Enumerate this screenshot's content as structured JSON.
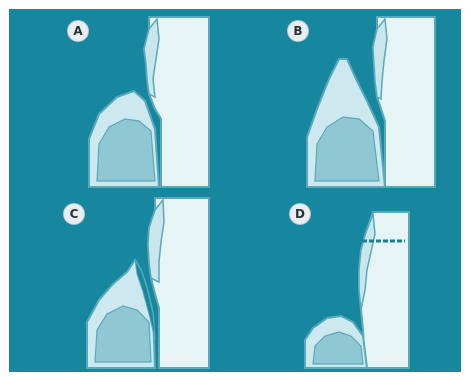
{
  "figure": {
    "panels": [
      {
        "label": "A",
        "stage": "normal"
      },
      {
        "label": "B",
        "stage": "swollen-gingiva"
      },
      {
        "label": "C",
        "stage": "pocket"
      },
      {
        "label": "D",
        "stage": "recession"
      }
    ]
  },
  "colors": {
    "background": "#1787a0",
    "tooth": "#e6f4f6",
    "enamel": "#c9e6ec",
    "gingiva": "#cde8ef",
    "bone": "#8fc8d3",
    "outline": "#5aa9bb",
    "label_bg": "#e9eef0"
  }
}
